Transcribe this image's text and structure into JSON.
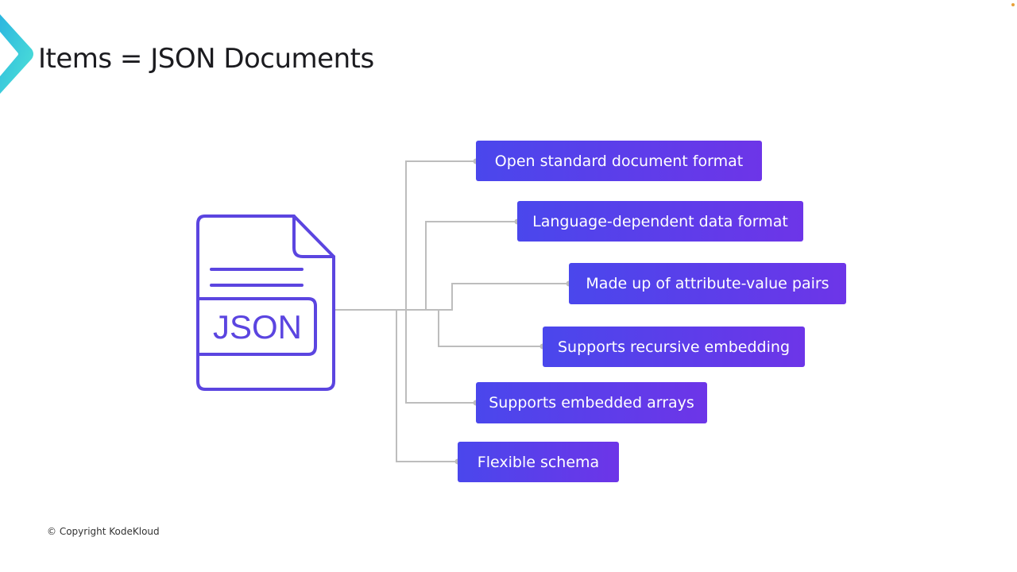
{
  "title": "Items = JSON Documents",
  "icon_label": "JSON",
  "features": [
    "Open standard document format",
    "Language-dependent data format",
    "Made up of attribute-value pairs",
    "Supports recursive embedding",
    "Supports embedded arrays",
    "Flexible schema"
  ],
  "footer": "© Copyright KodeKloud",
  "colors": {
    "accent_start": "#4a47ec",
    "accent_end": "#6d35e8",
    "icon": "#5b45e0",
    "connector": "#bdbdbd"
  }
}
